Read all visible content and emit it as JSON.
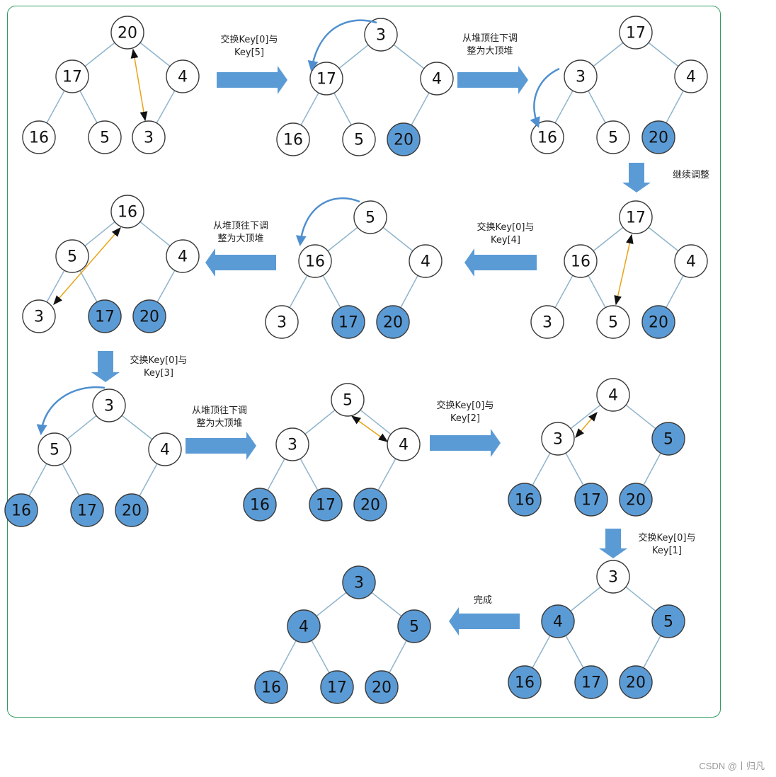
{
  "colors": {
    "sorted_fill": "#5b9bd5",
    "heap_fill": "#ffffff",
    "arrow": "#5b9bd5",
    "frame": "#2e9b5e"
  },
  "steps": [
    {
      "nodes": [
        "20",
        "17",
        "4",
        "16",
        "5",
        "3"
      ],
      "sorted": []
    },
    {
      "nodes": [
        "3",
        "17",
        "4",
        "16",
        "5",
        "20"
      ],
      "sorted": [
        5
      ]
    },
    {
      "nodes": [
        "17",
        "3",
        "4",
        "16",
        "5",
        "20"
      ],
      "sorted": [
        5
      ]
    },
    {
      "nodes": [
        "17",
        "16",
        "4",
        "3",
        "5",
        "20"
      ],
      "sorted": [
        5
      ]
    },
    {
      "nodes": [
        "5",
        "16",
        "4",
        "3",
        "17",
        "20"
      ],
      "sorted": [
        4,
        5
      ]
    },
    {
      "nodes": [
        "16",
        "5",
        "4",
        "3",
        "17",
        "20"
      ],
      "sorted": [
        4,
        5
      ]
    },
    {
      "nodes": [
        "3",
        "5",
        "4",
        "16",
        "17",
        "20"
      ],
      "sorted": [
        3,
        4,
        5
      ]
    },
    {
      "nodes": [
        "5",
        "3",
        "4",
        "16",
        "17",
        "20"
      ],
      "sorted": [
        3,
        4,
        5
      ]
    },
    {
      "nodes": [
        "4",
        "3",
        "5",
        "16",
        "17",
        "20"
      ],
      "sorted": [
        2,
        3,
        4,
        5
      ]
    },
    {
      "nodes": [
        "3",
        "4",
        "5",
        "16",
        "17",
        "20"
      ],
      "sorted": [
        1,
        2,
        3,
        4,
        5
      ]
    },
    {
      "nodes": [
        "3",
        "4",
        "5",
        "16",
        "17",
        "20"
      ],
      "sorted": [
        0,
        1,
        2,
        3,
        4,
        5
      ]
    }
  ],
  "captions": {
    "swap5": [
      "交换Key[0]与",
      "Key[5]"
    ],
    "adjust1": [
      "从堆顶往下调",
      "整为大顶堆"
    ],
    "continue": [
      "继续调整"
    ],
    "swap4": [
      "交换Key[0]与",
      "Key[4]"
    ],
    "adjust2": [
      "从堆顶往下调",
      "整为大顶堆"
    ],
    "swap3": [
      "交换Key[0]与",
      "Key[3]"
    ],
    "adjust3": [
      "从堆顶往下调",
      "整为大顶堆"
    ],
    "swap2": [
      "交换Key[0]与",
      "Key[2]"
    ],
    "swap1": [
      "交换Key[0]与",
      "Key[1]"
    ],
    "done": [
      "完成"
    ]
  },
  "watermark": "CSDN @丨归凡"
}
